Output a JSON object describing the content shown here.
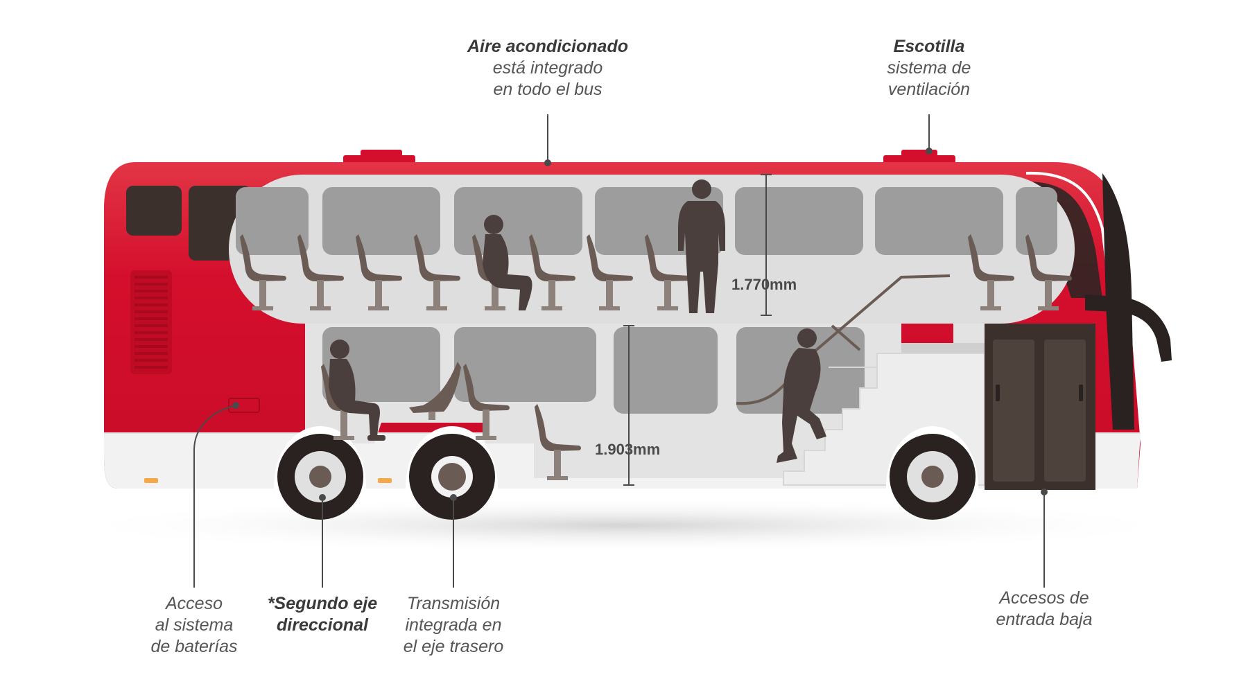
{
  "colors": {
    "bus_red": "#d40f2d",
    "window_gray": "#9d9d9d",
    "interior_bg": "#dedede",
    "seat_brown": "#6b5b55",
    "silhouette": "#4a3f3c",
    "door_dark": "#3b302c",
    "label_text": "#555555",
    "leader_line": "#4a4a4a"
  },
  "callouts": {
    "aircon": {
      "title": "Aire acondicionado",
      "line1": "está integrado",
      "line2": "en todo el bus"
    },
    "hatch": {
      "title": "Escotilla",
      "line1": "sistema de",
      "line2": "ventilación"
    },
    "battery": {
      "line1": "Acceso",
      "line2": "al sistema",
      "line3": "de baterías"
    },
    "second_axle": {
      "line1": "*Segundo eje",
      "line2": "direccional"
    },
    "transmission": {
      "line1": "Transmisión",
      "line2": "integrada en",
      "line3": "el eje trasero"
    },
    "low_entry": {
      "line1": "Accesos de",
      "line2": "entrada baja"
    }
  },
  "measurements": {
    "upper_deck_height": "1.770mm",
    "lower_deck_height": "1.903mm"
  },
  "icons": [
    "person-standing-icon",
    "person-seated-icon",
    "person-climbing-stairs-icon",
    "bus-seat-icon",
    "wheel-icon"
  ]
}
